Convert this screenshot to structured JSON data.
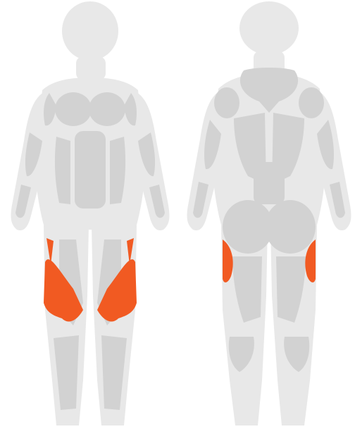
{
  "colors": {
    "background": "#ffffff",
    "silhouette": "#e8e8e8",
    "muscle": "#d2d2d2",
    "highlight": "#f15a22"
  },
  "figures": [
    {
      "view": "front",
      "highlighted_muscles": [
        "adductors"
      ]
    },
    {
      "view": "back",
      "highlighted_muscles": [
        "adductors"
      ]
    }
  ]
}
